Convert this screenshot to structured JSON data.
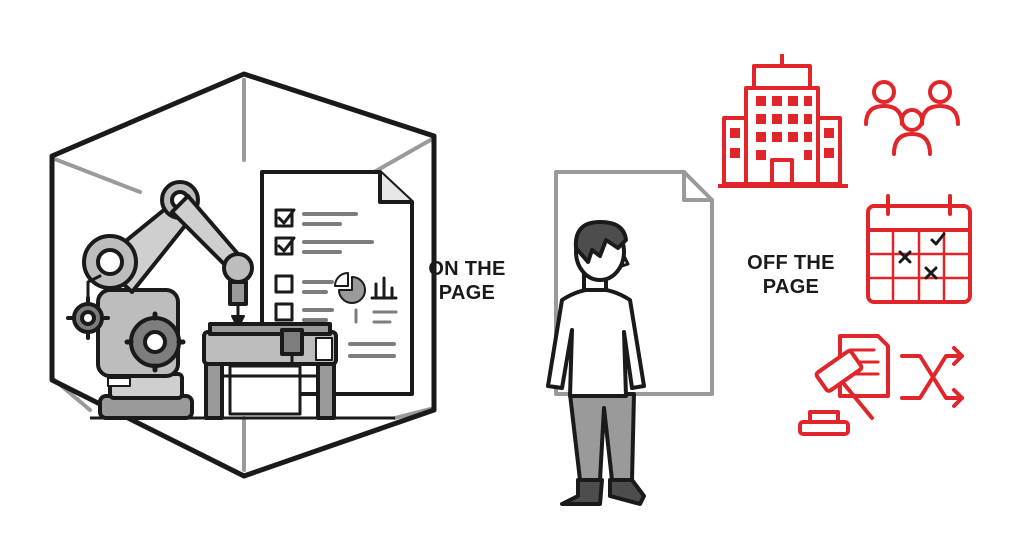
{
  "labels": {
    "on_line1": "ON THE",
    "on_line2": "PAGE",
    "off_line1": "OFF THE",
    "off_line2": "PAGE"
  },
  "colors": {
    "ink": "#1a1a1a",
    "gray": "#9a9a9a",
    "light_gray": "#d9d9d9",
    "accent_red": "#e0262b"
  },
  "icons": {
    "cube": "hexagon-cube-outline",
    "robot": "robot-arm-icon",
    "document_left": "checklist-document-icon",
    "person": "person-standing-icon",
    "document_right": "blank-document-icon",
    "building": "office-building-icon",
    "people": "people-group-icon",
    "calendar": "calendar-icon",
    "law": "gavel-document-icon",
    "shuffle": "shuffle-arrows-icon"
  }
}
